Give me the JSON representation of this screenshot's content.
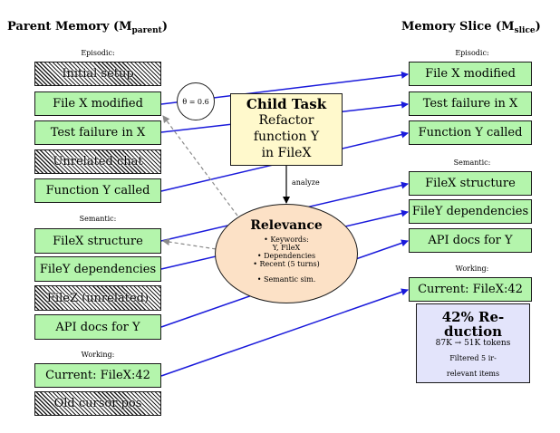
{
  "parent": {
    "heading": "Parent Memory (M",
    "heading_sub": "parent",
    "episodic_label": "Episodic:",
    "episodic": [
      {
        "text": "Initial setup",
        "kept": false
      },
      {
        "text": "File X modified",
        "kept": true
      },
      {
        "text": "Test failure in X",
        "kept": true
      },
      {
        "text": "Unrelated chat",
        "kept": false
      },
      {
        "text": "Function Y called",
        "kept": true
      }
    ],
    "semantic_label": "Semantic:",
    "semantic": [
      {
        "text": "FileX structure",
        "kept": true
      },
      {
        "text": "FileY dependencies",
        "kept": true
      },
      {
        "text": "FileZ (unrelated)",
        "kept": false
      },
      {
        "text": "API docs for Y",
        "kept": true
      }
    ],
    "working_label": "Working:",
    "working": [
      {
        "text": "Current: FileX:42",
        "kept": true
      },
      {
        "text": "Old cursor pos",
        "kept": false
      }
    ]
  },
  "slice": {
    "heading": "Memory Slice (M",
    "heading_sub": "slice",
    "episodic_label": "Episodic:",
    "episodic": [
      "File X modified",
      "Test failure in X",
      "Function Y called"
    ],
    "semantic_label": "Semantic:",
    "semantic": [
      "FileX structure",
      "FileY dependencies",
      "API docs for Y"
    ],
    "working_label": "Working:",
    "working": [
      "Current: FileX:42"
    ]
  },
  "theta": "θ = 0.6",
  "child_task": {
    "title": "Child Task",
    "lines": [
      "Refactor",
      "function Y",
      "in FileX"
    ]
  },
  "analyze_label": "analyze",
  "relevance": {
    "title": "Relevance",
    "items": [
      "• Keywords:",
      "Y, FileX",
      "• Dependencies",
      "• Recent (5 turns)"
    ],
    "last_item": "• Semantic sim."
  },
  "reduction": {
    "title_line1": "42% Re-",
    "title_line2": "duction",
    "line1": "87K → 51K tokens",
    "line2": "Filtered 5 ir-",
    "line3": "relevant items"
  },
  "colors": {
    "kept_fill": "#b4f5ac",
    "child_fill": "#fff9cc",
    "relevance_fill": "#fce1c6",
    "reduction_fill": "#e3e4fb",
    "arrow_blue": "#1a1adb",
    "dashed_gray": "#8a8a8a"
  }
}
